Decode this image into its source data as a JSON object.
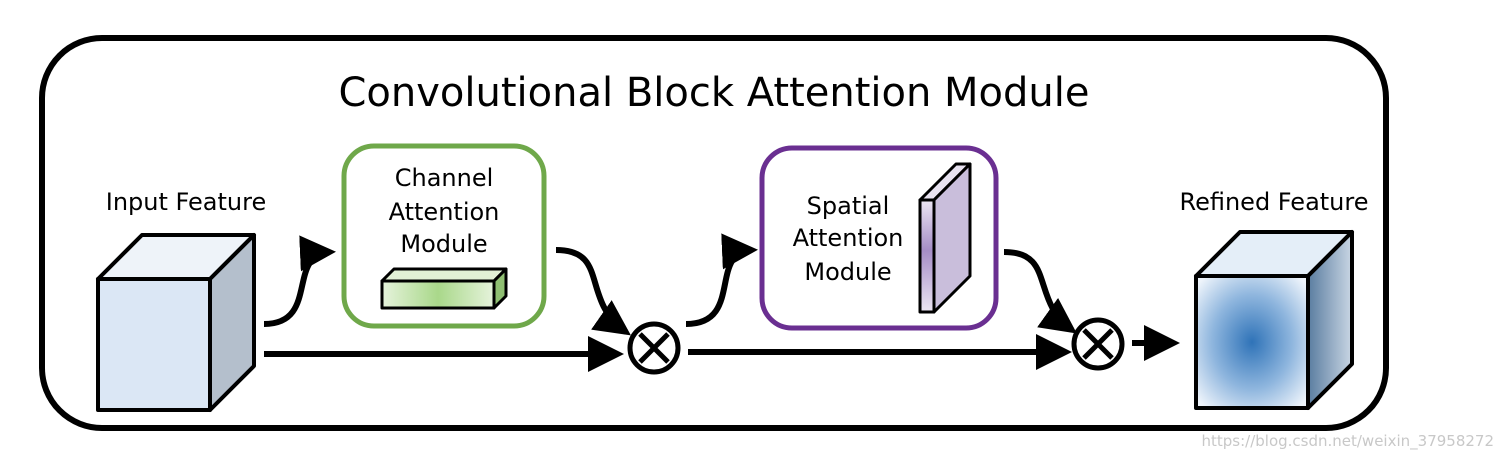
{
  "title": "Convolutional Block Attention Module",
  "nodes": {
    "input_feature": {
      "label": "Input Feature",
      "color": "#dbe7f5"
    },
    "channel_attention": {
      "label_lines": [
        "Channel",
        "Attention",
        "Module"
      ],
      "border_color": "#6fa84a"
    },
    "spatial_attention": {
      "label_lines": [
        "Spatial",
        "Attention",
        "Module"
      ],
      "border_color": "#6a2f91"
    },
    "refined_feature": {
      "label": "Refined Feature",
      "color": "#2f73b8"
    },
    "multiply_1": {
      "symbol": "⊗"
    },
    "multiply_2": {
      "symbol": "⊗"
    }
  },
  "watermark": "https://blog.csdn.net/weixin_37958272"
}
